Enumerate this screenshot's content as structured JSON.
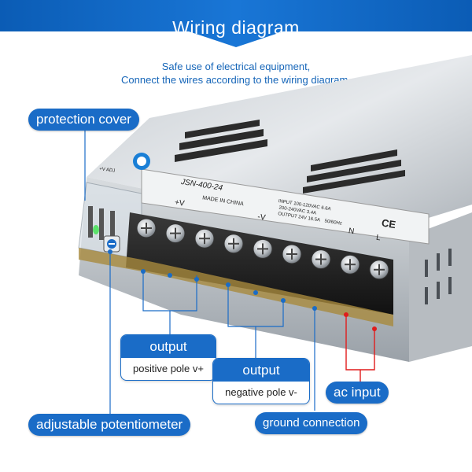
{
  "header": {
    "title": "Wiring diagram",
    "intro_line1": "Safe use of electrical equipment,",
    "intro_line2": "Connect the wires according to the wiring diagram."
  },
  "product": {
    "model": "JSN-400-24",
    "made_in": "MADE IN CHINA",
    "adj_label": "+V ADJ",
    "terminal_pos": "+V",
    "terminal_neg": "-V",
    "terminal_n": "N",
    "terminal_l": "L",
    "ce_mark": "CE",
    "input_spec": "INPUT 100-120VAC 6.6A",
    "input_spec2": "200-240VAC 3.4A",
    "output_spec": "OUTPUT 24V 16.5A",
    "output_spec2": "50/60Hz"
  },
  "callouts": {
    "protection_cover": "protection cover",
    "output_pos_title": "output",
    "output_pos_desc": "positive pole v+",
    "output_neg_title": "output",
    "output_neg_desc": "negative pole v-",
    "ac_input": "ac input",
    "adjustable_potentiometer": "adjustable potentiometer",
    "ground_connection": "ground connection"
  },
  "colors": {
    "brand_blue": "#1a6cc7",
    "dark_blue": "#0b55a8",
    "lead_red": "#e01c1c"
  }
}
